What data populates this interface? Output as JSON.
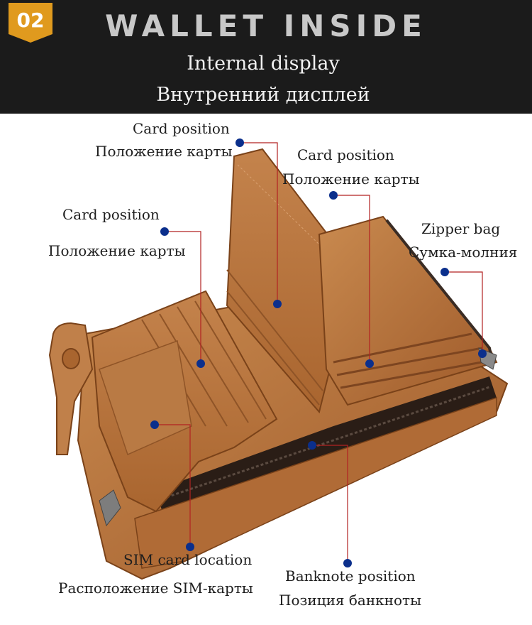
{
  "header": {
    "badge_number": "02",
    "title": "WALLET INSIDE",
    "subtitle_en": "Internal display",
    "subtitle_ru": "Внутренний дисплей"
  },
  "colors": {
    "header_bg": "#1b1b1b",
    "badge": "#e09a1e",
    "leather": "#b8733d",
    "marker": "#0b2f8c",
    "leader": "#b22222"
  },
  "labels": {
    "card_top": {
      "en": "Card position",
      "ru": "Положение карты"
    },
    "card_right": {
      "en": "Card position",
      "ru": "Положение карты"
    },
    "card_left": {
      "en": "Card position",
      "ru": "Положение карты"
    },
    "zipper": {
      "en": "Zipper bag",
      "ru": "Сумка-молния"
    },
    "sim": {
      "en": "SIM card location",
      "ru": "Расположение SIM-карты"
    },
    "banknote": {
      "en": "Banknote position",
      "ru": "Позиция банкноты"
    }
  }
}
